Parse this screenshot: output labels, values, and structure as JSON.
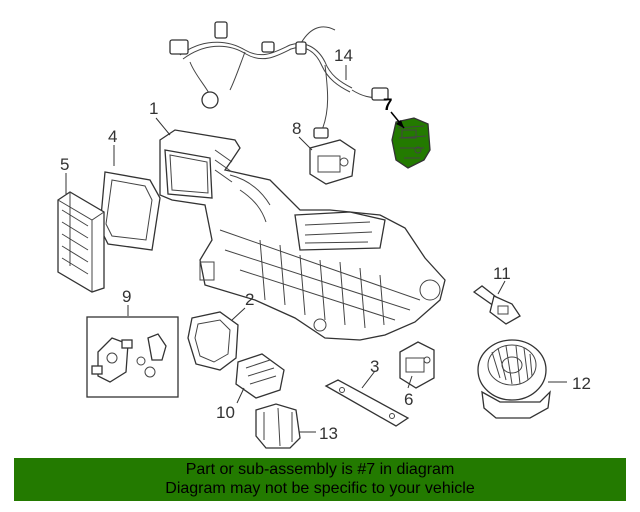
{
  "diagram": {
    "highlight_color": "#237a00",
    "callouts": [
      {
        "id": "1",
        "label": "1"
      },
      {
        "id": "2",
        "label": "2"
      },
      {
        "id": "3",
        "label": "3"
      },
      {
        "id": "4",
        "label": "4"
      },
      {
        "id": "5",
        "label": "5"
      },
      {
        "id": "6",
        "label": "6"
      },
      {
        "id": "7",
        "label": "7"
      },
      {
        "id": "8",
        "label": "8"
      },
      {
        "id": "9",
        "label": "9"
      },
      {
        "id": "10",
        "label": "10"
      },
      {
        "id": "11",
        "label": "11"
      },
      {
        "id": "12",
        "label": "12"
      },
      {
        "id": "13",
        "label": "13"
      },
      {
        "id": "14",
        "label": "14"
      }
    ]
  },
  "banner": {
    "line1": "Part or sub-assembly is #7 in diagram",
    "line2": "Diagram may not be specific to your vehicle",
    "background": "#237a00"
  }
}
